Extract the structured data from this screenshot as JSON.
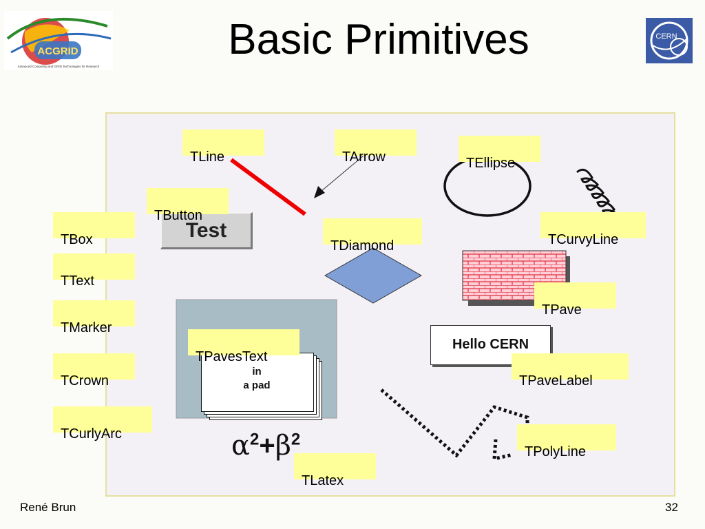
{
  "slide": {
    "title": "Basic Primitives",
    "footer_author": "René Brun",
    "page_number": "32"
  },
  "logos": {
    "left": "ACGRID",
    "left_caption": "Advanced Computing and GRID Technologies for Research",
    "right": "CERN"
  },
  "labels": {
    "tline": "TLine",
    "tarrow": "TArrow",
    "tellipse": "TEllipse",
    "tbutton": "TButton",
    "tbox": "TBox",
    "tdiamond": "TDiamond",
    "tcurvyline": "TCurvyLine",
    "ttext": "TText",
    "tpave": "TPave",
    "tmarker": "TMarker",
    "tpavestext": "TPavesText",
    "tpavelabel": "TPaveLabel",
    "tcrown": "TCrown",
    "tcurlyarc": "TCurlyArc",
    "tpolyline": "TPolyLine",
    "tlatex": "TLatex"
  },
  "samples": {
    "button_text": "Test",
    "pavelabel_text": "Hello CERN",
    "pavestext_line1": "in",
    "pavestext_line2": "a pad",
    "latex_alpha": "α",
    "latex_beta": "β",
    "latex_exp": "2",
    "latex_plus": "+"
  },
  "colors": {
    "label_bg": "#ffff99",
    "line_red": "#ee0000",
    "diamond_fill": "#7f9fd6",
    "pave_fill": "#ffd0d8",
    "pave_brick": "#e03040",
    "pavestext_pad": "#a8bcc6"
  }
}
